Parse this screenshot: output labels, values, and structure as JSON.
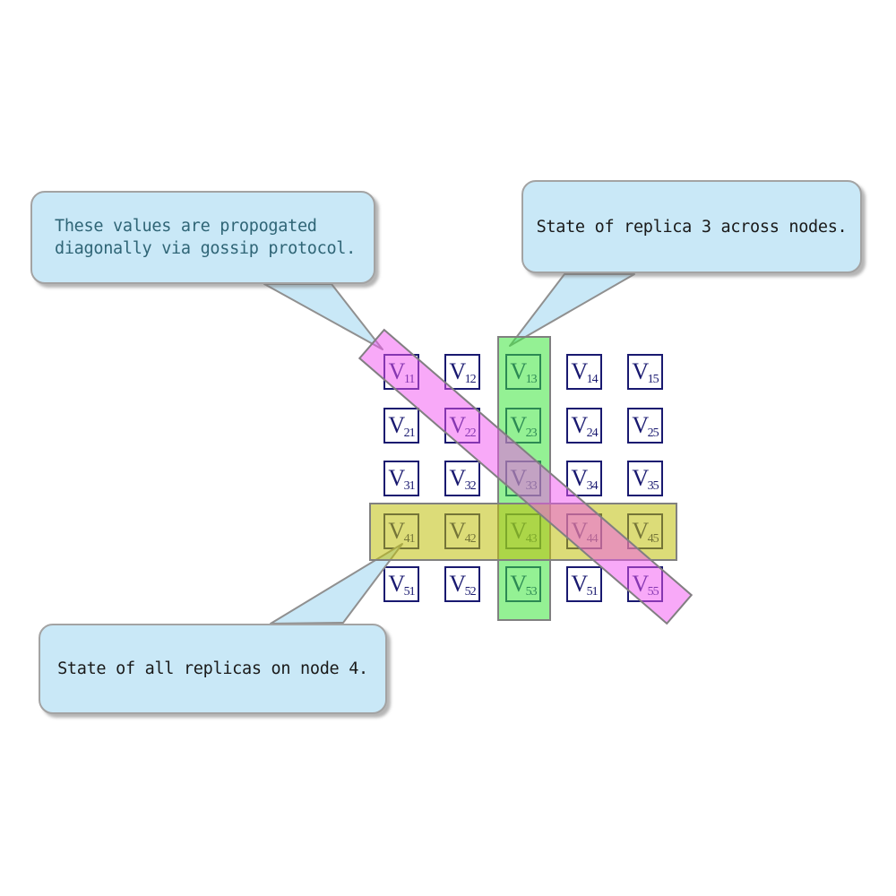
{
  "callouts": {
    "gossip": {
      "line1": "These values are propogated",
      "line2": "diagonally via gossip protocol."
    },
    "replica": {
      "text": "State of replica 3 across nodes."
    },
    "node": {
      "text": "State of all replicas on node 4."
    }
  },
  "matrix": {
    "letter": "V",
    "subs": [
      [
        "11",
        "12",
        "13",
        "14",
        "15"
      ],
      [
        "21",
        "22",
        "23",
        "24",
        "25"
      ],
      [
        "31",
        "32",
        "33",
        "34",
        "35"
      ],
      [
        "41",
        "42",
        "43",
        "44",
        "45"
      ],
      [
        "51",
        "52",
        "53",
        "51",
        "55"
      ]
    ]
  },
  "colors": {
    "cell_border": "#191970",
    "cell_text": "#191970",
    "band_border": "#808080",
    "band_green": "#90EE90",
    "band_yellow": "#DCDC78",
    "band_pink": "#F8A9F8",
    "callout_fill": "#C9E8F7",
    "callout_border": "#A3A3A3",
    "callout_text_gossip": "#2F6576",
    "callout_text_dark": "#1A1A1A"
  }
}
